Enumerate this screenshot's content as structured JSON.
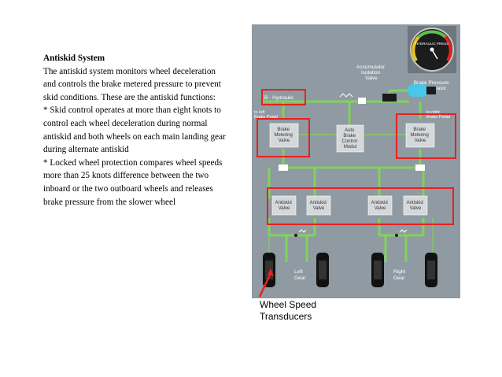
{
  "article": {
    "title": "Antiskid System",
    "lines": [
      "The antiskid system monitors wheel deceleration",
      "and controls the brake metered pressure to prevent",
      "skid conditions. These are the antiskid functions:",
      "* Skid control operates at more than eight knots to",
      "control each wheel deceleration during normal",
      "antiskid and both wheels on each main landing gear",
      "during alternate antiskid",
      "* Locked wheel protection compares wheel speeds",
      "more than 25 knots difference between the two",
      "inboard or the two outboard wheels and releases",
      "brake pressure from the slower wheel"
    ]
  },
  "diagram": {
    "gauge_label": "HYDRAULIC PRESS",
    "labels": {
      "accumulator_isolation_valve": [
        "Accumulator",
        "Isolation",
        "Valve"
      ],
      "brake_pressure_accumulator": [
        "Brake Pressure",
        "Accumulator"
      ],
      "b_hydraulic": "B - Hydraulic",
      "to_left_brake_pedal": [
        "to left",
        "Brake Pedal"
      ],
      "to_right_brake_pedal": [
        "to right",
        "Brake Pedal"
      ],
      "left_brake_metering_valve": [
        "Brake",
        "Metering",
        "Valve"
      ],
      "right_brake_metering_valve": [
        "Brake",
        "Metering",
        "Valve"
      ],
      "auto_brake_control_modul": [
        "Auto",
        "Brake",
        "Control",
        "Modul"
      ],
      "antiskid_valve": [
        "Antiskid",
        "Valve"
      ],
      "left_gear": [
        "Left",
        "Gear"
      ],
      "right_gear": [
        "Right",
        "Gear"
      ]
    }
  },
  "caption": {
    "lines": [
      "Wheel Speed",
      "Transducers"
    ]
  },
  "colors": {
    "panel_bg": "#8f9aa3",
    "hydraulic_line": "#7fd35a",
    "highlight": "#e8201e",
    "box_fill": "#d5d8da",
    "accumulator": "#49c7e8"
  }
}
